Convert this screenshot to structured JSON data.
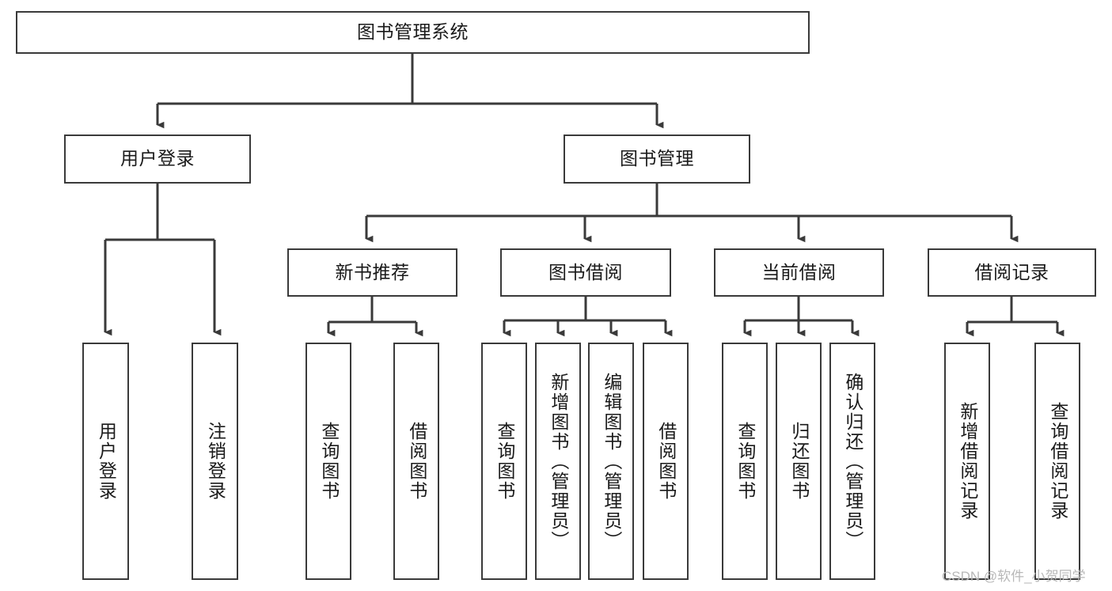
{
  "diagram": {
    "type": "tree-hierarchy",
    "title": "图书管理系统",
    "watermark": "CSDN @软件_小贺同学",
    "colors": {
      "border": "#3a3a3a",
      "fill": "#ffffff",
      "text": "#1a1a1a",
      "connector": "#3a3a3a",
      "watermark": "#b8b8b8"
    },
    "nodes": {
      "root": {
        "label": "图书管理系统",
        "orientation": "horizontal"
      },
      "l2": [
        {
          "id": "user-login",
          "label": "用户登录",
          "orientation": "horizontal"
        },
        {
          "id": "book-manage",
          "label": "图书管理",
          "orientation": "horizontal"
        }
      ],
      "l3": [
        {
          "id": "new-book-rec",
          "label": "新书推荐",
          "orientation": "horizontal"
        },
        {
          "id": "book-borrow",
          "label": "图书借阅",
          "orientation": "horizontal"
        },
        {
          "id": "current-borrow",
          "label": "当前借阅",
          "orientation": "horizontal"
        },
        {
          "id": "borrow-record",
          "label": "借阅记录",
          "orientation": "horizontal"
        }
      ],
      "leaves": [
        {
          "id": "leaf-user-login",
          "label": "用户登录",
          "parent": "user-login",
          "orientation": "vertical"
        },
        {
          "id": "leaf-user-logout",
          "label": "注销登录",
          "parent": "user-login",
          "orientation": "vertical"
        },
        {
          "id": "leaf-query-book-1",
          "label": "查询图书",
          "parent": "new-book-rec",
          "orientation": "vertical"
        },
        {
          "id": "leaf-borrow-book-1",
          "label": "借阅图书",
          "parent": "new-book-rec",
          "orientation": "vertical"
        },
        {
          "id": "leaf-query-book-2",
          "label": "查询图书",
          "parent": "book-borrow",
          "orientation": "vertical"
        },
        {
          "id": "leaf-add-book",
          "label": "新增图书（管理员）",
          "parent": "book-borrow",
          "orientation": "vertical"
        },
        {
          "id": "leaf-edit-book",
          "label": "编辑图书（管理员）",
          "parent": "book-borrow",
          "orientation": "vertical"
        },
        {
          "id": "leaf-borrow-book-2",
          "label": "借阅图书",
          "parent": "book-borrow",
          "orientation": "vertical"
        },
        {
          "id": "leaf-query-book-3",
          "label": "查询图书",
          "parent": "current-borrow",
          "orientation": "vertical"
        },
        {
          "id": "leaf-return-book",
          "label": "归还图书",
          "parent": "current-borrow",
          "orientation": "vertical"
        },
        {
          "id": "leaf-confirm-return",
          "label": "确认归还（管理员）",
          "parent": "current-borrow",
          "orientation": "vertical"
        },
        {
          "id": "leaf-add-record",
          "label": "新增借阅记录",
          "parent": "borrow-record",
          "orientation": "vertical"
        },
        {
          "id": "leaf-query-record",
          "label": "查询借阅记录",
          "parent": "borrow-record",
          "orientation": "vertical"
        }
      ]
    }
  }
}
